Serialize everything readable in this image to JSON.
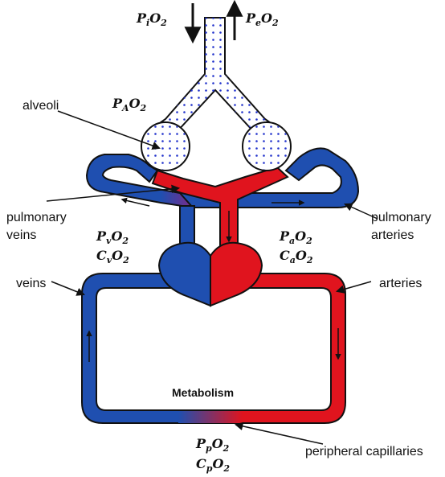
{
  "labels": {
    "alveoli": "alveoli",
    "pulmonary_veins_line1": "pulmonary",
    "pulmonary_veins_line2": "veins",
    "pulmonary_arteries_line1": "pulmonary",
    "pulmonary_arteries_line2": "arteries",
    "veins": "veins",
    "arteries": "arteries",
    "metabolism": "Metabolism",
    "peripheral_capillaries": "peripheral capillaries"
  },
  "math": {
    "inspired": {
      "base": "P",
      "sub": "i",
      "mid": "O",
      "sub2": "2"
    },
    "expired": {
      "base": "P",
      "sub": "e",
      "mid": "O",
      "sub2": "2"
    },
    "alveolar": {
      "base": "P",
      "sub": "A",
      "mid": "O",
      "sub2": "2"
    },
    "venous_p": {
      "base": "P",
      "sub": "v",
      "mid": "O",
      "sub2": "2"
    },
    "venous_c": {
      "base": "C",
      "sub": "v",
      "mid": "O",
      "sub2": "2"
    },
    "arterial_p": {
      "base": "P",
      "sub": "a",
      "mid": "O",
      "sub2": "2"
    },
    "arterial_c": {
      "base": "C",
      "sub": "a",
      "mid": "O",
      "sub2": "2"
    },
    "peripheral_p": {
      "base": "P",
      "sub": "p",
      "mid": "O",
      "sub2": "2"
    },
    "peripheral_c": {
      "base": "C",
      "sub": "p",
      "mid": "O",
      "sub2": "2"
    }
  },
  "colors": {
    "venous": "#1f4fb0",
    "arterial": "#e0141e",
    "outline": "#111111",
    "dots": "#2233cc"
  }
}
